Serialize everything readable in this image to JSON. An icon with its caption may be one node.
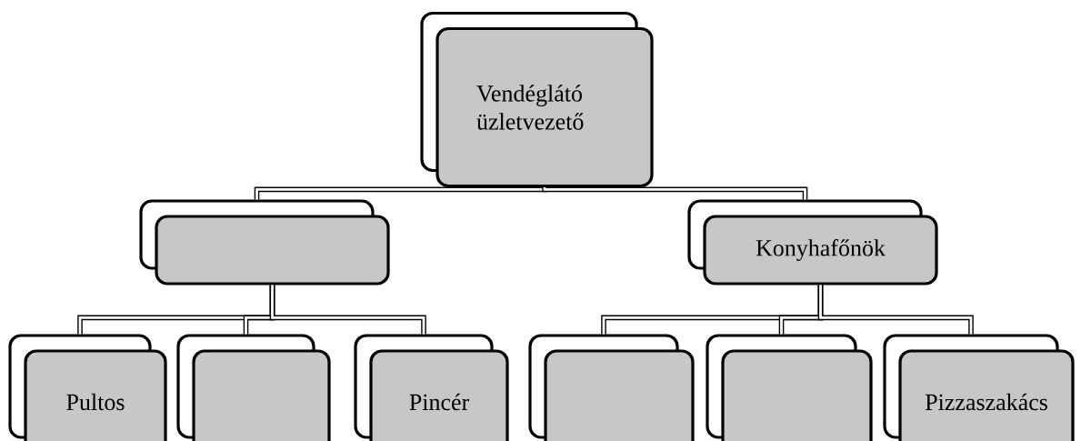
{
  "diagram": {
    "nodes": [
      {
        "text": [
          "Vendéglátó üzletvezető"
        ]
      },
      {
        "text": [],
        "shape": "box"
      },
      {
        "text": [
          "Konyhafőnök"
        ]
      },
      {
        "text": [
          "Pultos"
        ]
      },
      {
        "text": [],
        "shape": "box"
      },
      {
        "text": [
          "Pincér"
        ]
      },
      {
        "text": [],
        "shape": "box"
      },
      {
        "text": [],
        "shape": "box"
      },
      {
        "text": [
          "Pizzaszakács"
        ]
      }
    ],
    "edges": [
      {
        "from": 0,
        "to": 1,
        "arrow": "none"
      },
      {
        "from": 0,
        "to": 2,
        "arrow": "none"
      },
      {
        "from": 1,
        "to": 3,
        "arrow": "none"
      },
      {
        "from": 1,
        "to": 4,
        "arrow": "none"
      },
      {
        "from": 1,
        "to": 5,
        "arrow": "none"
      },
      {
        "from": 2,
        "to": 6,
        "arrow": "none"
      },
      {
        "from": 2,
        "to": 7,
        "arrow": "none"
      },
      {
        "from": 2,
        "to": 8,
        "arrow": "none"
      }
    ]
  }
}
